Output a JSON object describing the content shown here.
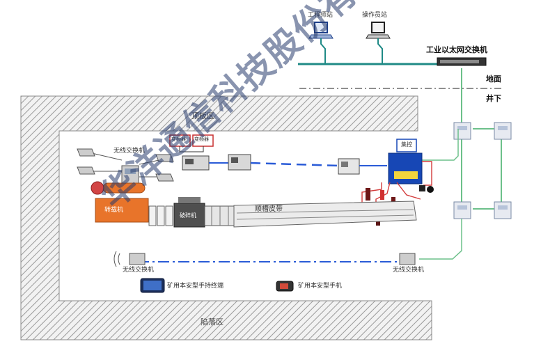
{
  "top": {
    "engineering_station": "工程师站",
    "operator_station": "操作员站",
    "ethernet_switch": "工业以太网交换机",
    "surface": "地面",
    "underground": "井下"
  },
  "zones": {
    "roof_area": "顶板区",
    "goaf_area": "陷落区"
  },
  "devices": {
    "wireless_switch_top": "无线交换机",
    "tag_1": "变频器",
    "tag_2": "变频器",
    "controller_box": "集控",
    "belt_label": "顺槽皮带",
    "machine_label": "破碎机",
    "orange_block": "转载机",
    "wireless_switch_left": "无线交换机",
    "wireless_switch_right": "无线交换机",
    "handheld_terminal": "矿用本安型手持终端",
    "mining_phone": "矿用本安型手机"
  },
  "watermark": "华洋通信科技股份有限公司",
  "colors": {
    "network_line": "#1f8a86",
    "link_green": "#6cc08a",
    "dashed_blue": "#2a5bd7",
    "signal_red": "#d33b3b",
    "hatch": "#9a9a9a",
    "conveyor_orange": "#e8742a"
  }
}
